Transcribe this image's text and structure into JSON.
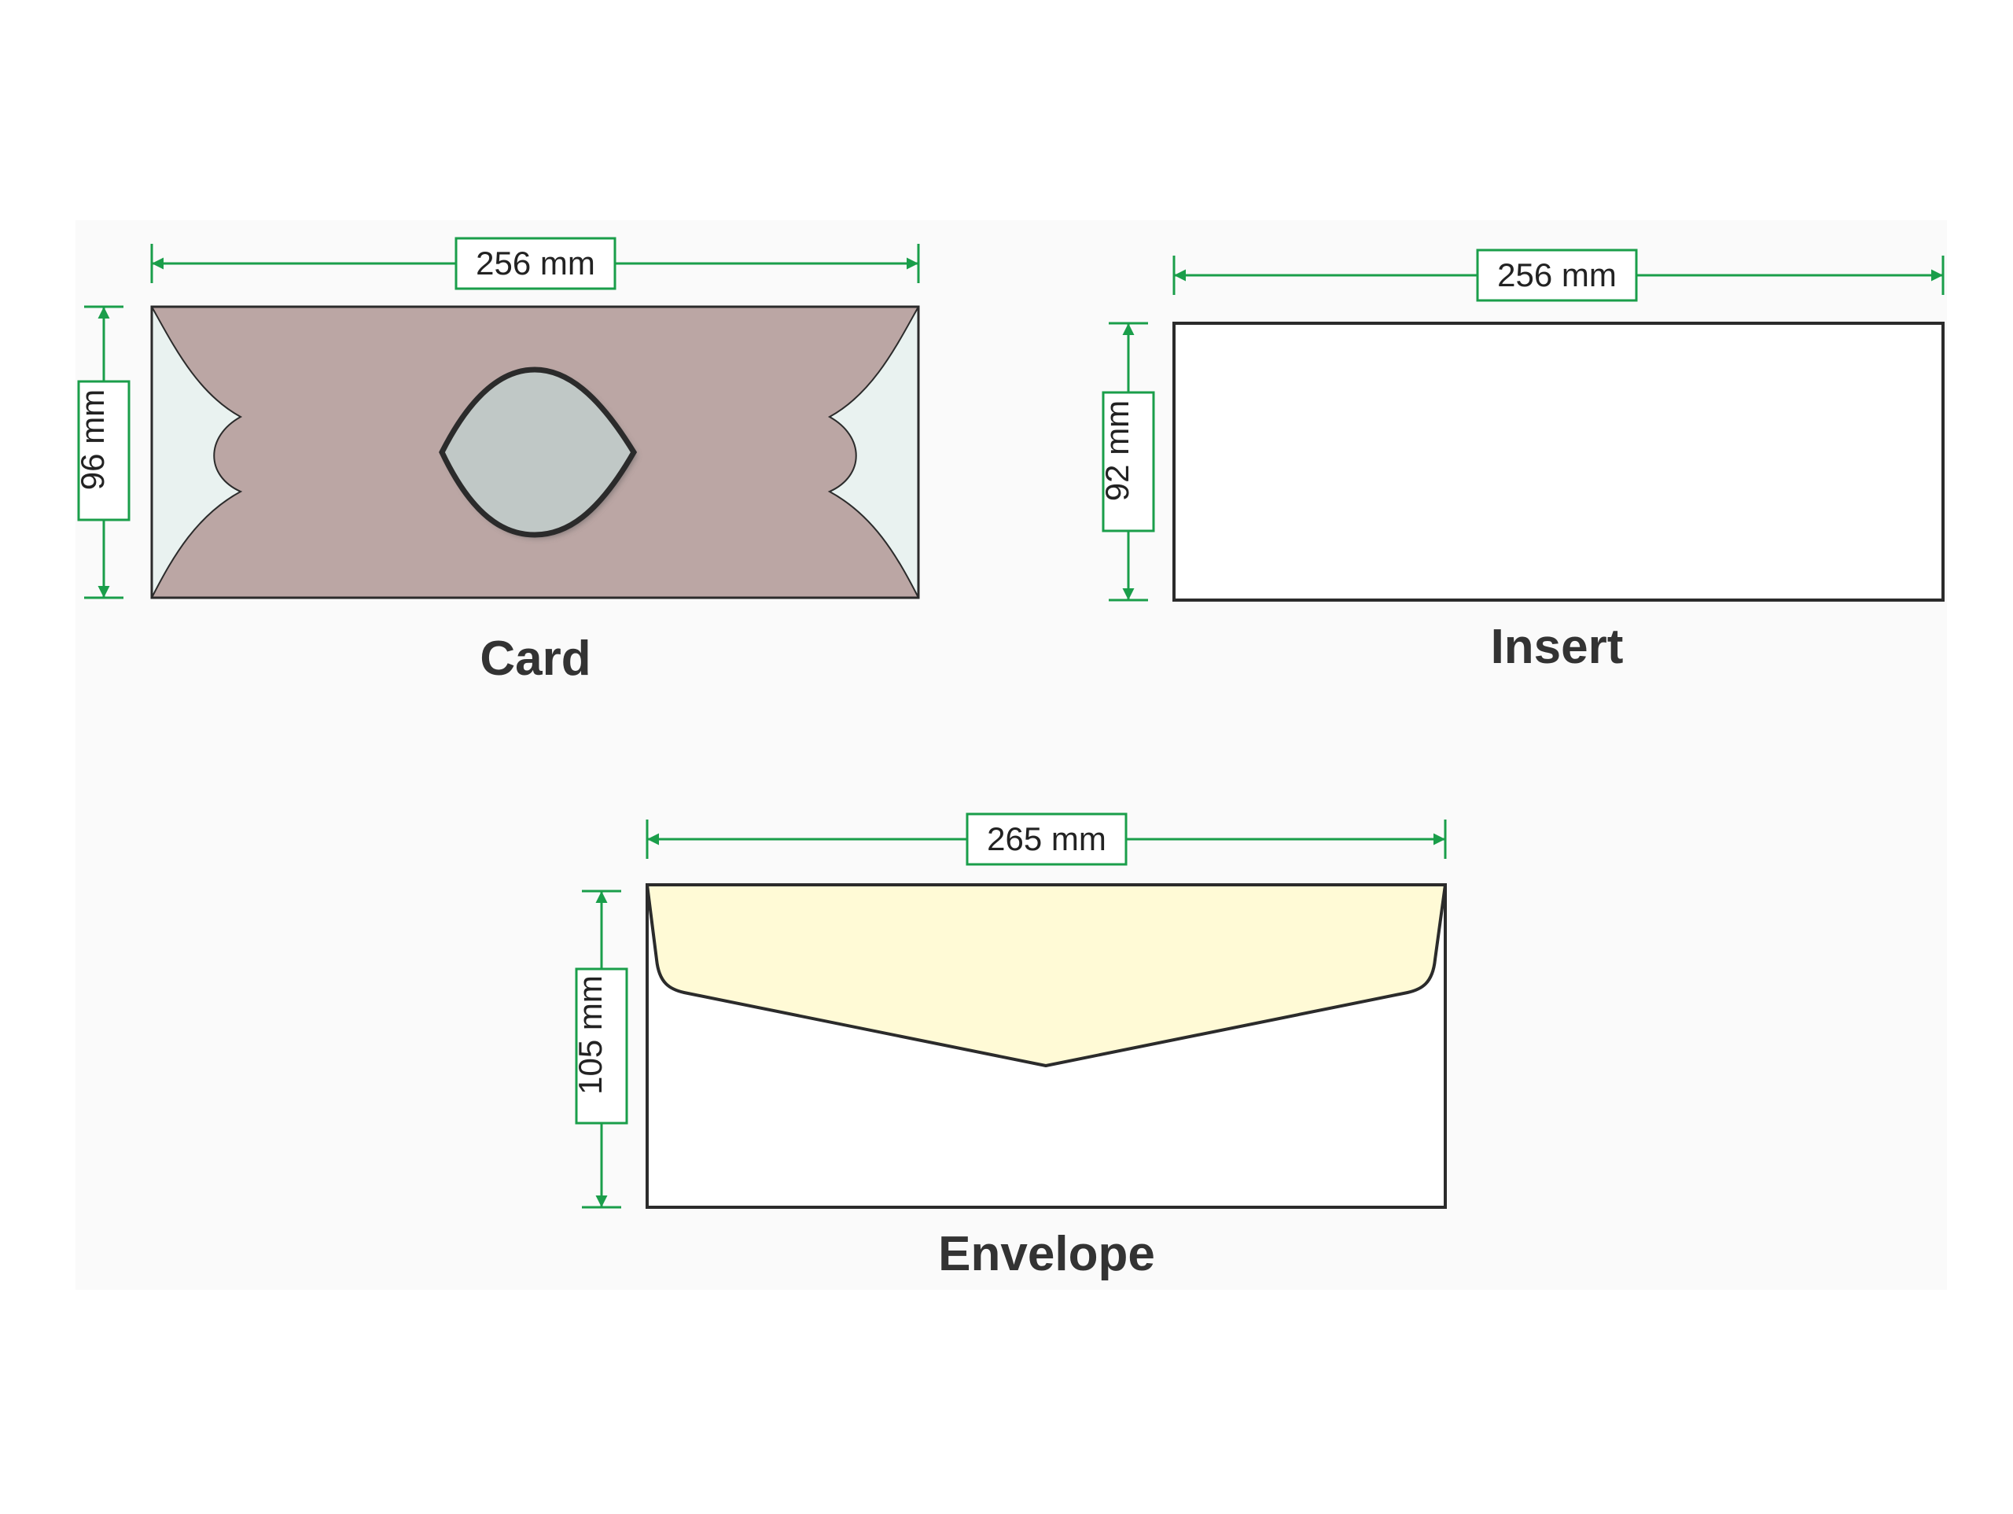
{
  "colors": {
    "dimension": "#1a9e4a",
    "outline": "#2b2b2b",
    "card_fill": "#bba6a4",
    "card_flap": "#e9f2f0",
    "window_fill": "#c0c8c6",
    "envelope_flap": "#fffad6",
    "background_panel": "#fafafa"
  },
  "card": {
    "label": "Card",
    "width_label": "256 mm",
    "height_label": "96 mm"
  },
  "insert": {
    "label": "Insert",
    "width_label": "256 mm",
    "height_label": "92 mm"
  },
  "envelope": {
    "label": "Envelope",
    "width_label": "265 mm",
    "height_label": "105 mm"
  }
}
